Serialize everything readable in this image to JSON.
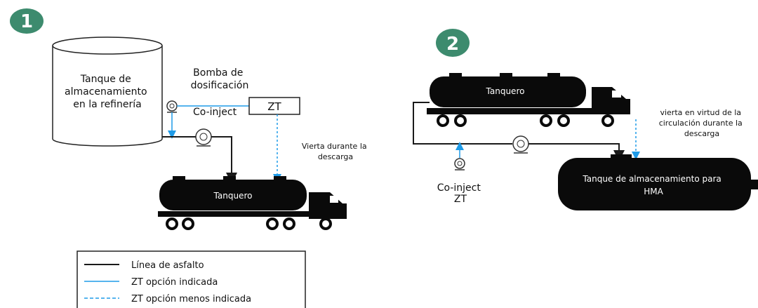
{
  "colors": {
    "step_badge": "#3d8b6e",
    "asphalt_line": "#1a1a1a",
    "zt_line": "#1e9be8",
    "tank_fill": "#0a0a0a",
    "text_on_dark": "#ffffff"
  },
  "steps": {
    "one": "1",
    "two": "2"
  },
  "panel1": {
    "refinery_tank_label": [
      "Tanque de",
      "almacenamiento",
      "en la refinería"
    ],
    "pump_label": [
      "Bomba de",
      "dosificación"
    ],
    "coinject_label": "Co-inject",
    "zt_box_label": "ZT",
    "pour_note": [
      "Vierta durante la",
      "descarga"
    ],
    "truck_label": "Tanquero"
  },
  "panel2": {
    "truck_label": "Tanquero",
    "pour_note": [
      "vierta en virtud de la",
      "circulación durante la",
      "descarga"
    ],
    "coinject_label": [
      "Co-inject",
      "ZT"
    ],
    "hma_tank_label": [
      "Tanque de almacenamiento para",
      "HMA"
    ]
  },
  "legend": {
    "items": [
      {
        "label": "Línea de asfalto",
        "style": "solid-dark"
      },
      {
        "label": "ZT opción indicada",
        "style": "solid-blue"
      },
      {
        "label": "ZT opción menos indicada",
        "style": "dashed-blue"
      }
    ]
  }
}
